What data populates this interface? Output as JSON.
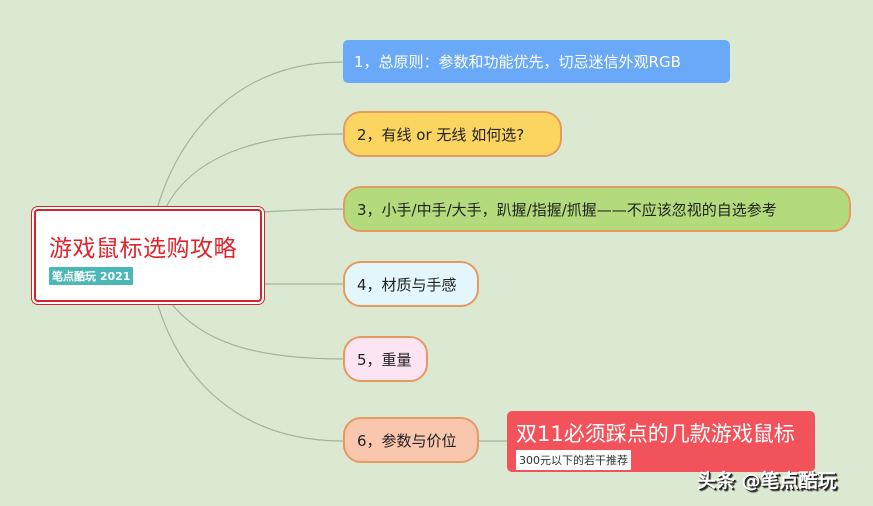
{
  "mindmap": {
    "root": {
      "title": "游戏鼠标选购攻略",
      "tag": "笔点酷玩 2021",
      "border_color": "#d0262b",
      "tag_color": "#4bb8b7"
    },
    "branches": [
      {
        "label": "1，总原则：参数和功能优先，切忌迷信外观RGB",
        "color": "#6aa9f7"
      },
      {
        "label": "2，有线 or 无线 如何选?",
        "color": "#fcd561"
      },
      {
        "label": "3，小手/中手/大手，趴握/指握/抓握——不应该忽视的自选参考",
        "color": "#b3db7b"
      },
      {
        "label": "4，材质与手感",
        "color": "#e3f6fc"
      },
      {
        "label": "5，重量",
        "color": "#fde4f3"
      },
      {
        "label": "6，参数与价位",
        "color": "#f9c6ae"
      }
    ],
    "linked_topic": {
      "title": "双11必须踩点的几款游戏鼠标",
      "tag": "300元以下的若干推荐",
      "color": "#f2535b"
    }
  },
  "watermark": "头条 @笔点酷玩",
  "background_color": "#dce9d2"
}
